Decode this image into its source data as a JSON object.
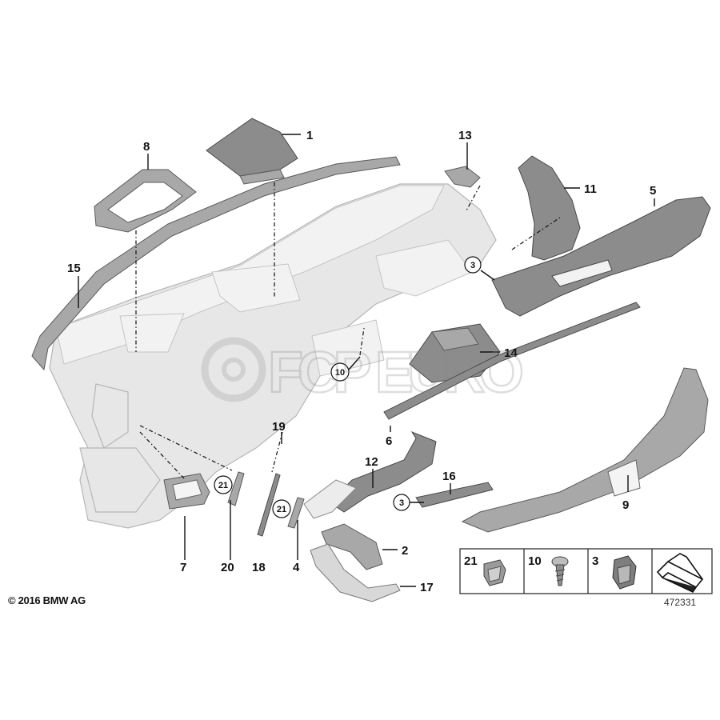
{
  "callouts": {
    "c1": "1",
    "c2": "2",
    "c3": "3",
    "c4": "4",
    "c5": "5",
    "c6": "6",
    "c7": "7",
    "c8": "8",
    "c9": "9",
    "c11": "11",
    "c12": "12",
    "c13": "13",
    "c14": "14",
    "c15": "15",
    "c16": "16",
    "c17": "17",
    "c18": "18",
    "c19": "19",
    "c20": "20"
  },
  "circled": {
    "c3a": "3",
    "c3b": "3",
    "c10": "10",
    "c21a": "21",
    "c21b": "21"
  },
  "legend": {
    "items": [
      {
        "label": "21",
        "icon": "clip-icon"
      },
      {
        "label": "10",
        "icon": "screw-icon"
      },
      {
        "label": "3",
        "icon": "clip-nut-icon"
      },
      {
        "label": "",
        "icon": "trim-strip-icon"
      }
    ]
  },
  "watermark": {
    "text": "FCP EURO",
    "icon": "fcp-euro-logo"
  },
  "footer": {
    "copyright": "© 2016 BMW AG",
    "diagram_id": "472331"
  },
  "colors": {
    "part_dark": "#8c8c8c",
    "part_light": "#e7e7e7",
    "ink": "#111111"
  }
}
